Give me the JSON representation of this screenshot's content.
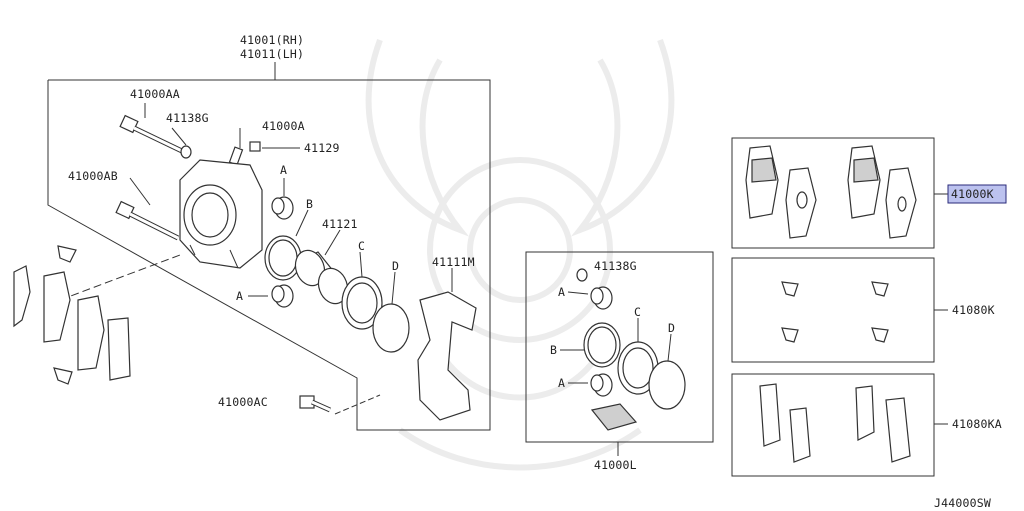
{
  "labels": {
    "caliper_rh": "41001(RH)",
    "caliper_lh": "41011(LH)",
    "bolt_aa": "41000AA",
    "bolt_ab": "41000AB",
    "cap_g_main": "41138G",
    "bleeder": "41000A",
    "cap_41129": "41129",
    "piston": "41121",
    "bracket": "41111M",
    "bolt_ac": "41000AC",
    "kit_l": "41000L",
    "cap_g_kit": "41138G",
    "pad_kit": "41000K",
    "clip_kit": "41080K",
    "shim_kit": "41080KA",
    "ref_code": "J44000SW",
    "letter_a": "A",
    "letter_b": "B",
    "letter_c": "C",
    "letter_d": "D"
  },
  "highlight": {
    "part": "41000K",
    "fill": "#bcc2ef",
    "stroke": "#2a2a7a"
  },
  "watermark_color": "#ececec"
}
